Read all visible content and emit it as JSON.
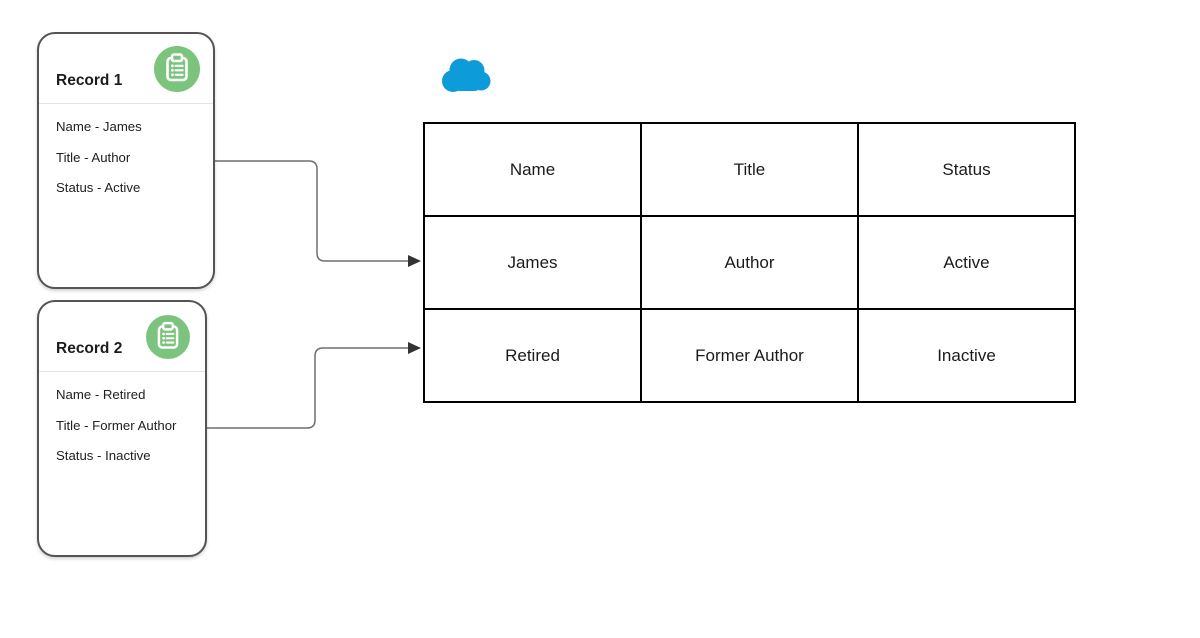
{
  "colors": {
    "card_border": "#545454",
    "table_border": "#000000",
    "connector": "#6e6e6e",
    "arrowhead": "#333333",
    "icon_green": "#7cc47e",
    "icon_glyph": "#ffffff",
    "cloud_blue": "#0d9cd9",
    "divider": "#e3e3e3",
    "text": "#1f1f1f"
  },
  "cards": [
    {
      "title": "Record 1",
      "icon": "clipboard-list-icon",
      "fields": [
        "Name - James",
        "Title - Author",
        "Status - Active"
      ]
    },
    {
      "title": "Record 2",
      "icon": "clipboard-list-icon",
      "fields": [
        "Name - Retired",
        "Title - Former Author",
        "Status - Inactive"
      ]
    }
  ],
  "logo": {
    "name": "salesforce-cloud"
  },
  "table": {
    "headers": [
      "Name",
      "Title",
      "Status"
    ],
    "rows": [
      [
        "James",
        "Author",
        "Active"
      ],
      [
        "Retired",
        "Former Author",
        "Inactive"
      ]
    ]
  },
  "connectors": [
    {
      "from": "Record 1",
      "to": "table row James"
    },
    {
      "from": "Record 2",
      "to": "table row Retired"
    }
  ]
}
